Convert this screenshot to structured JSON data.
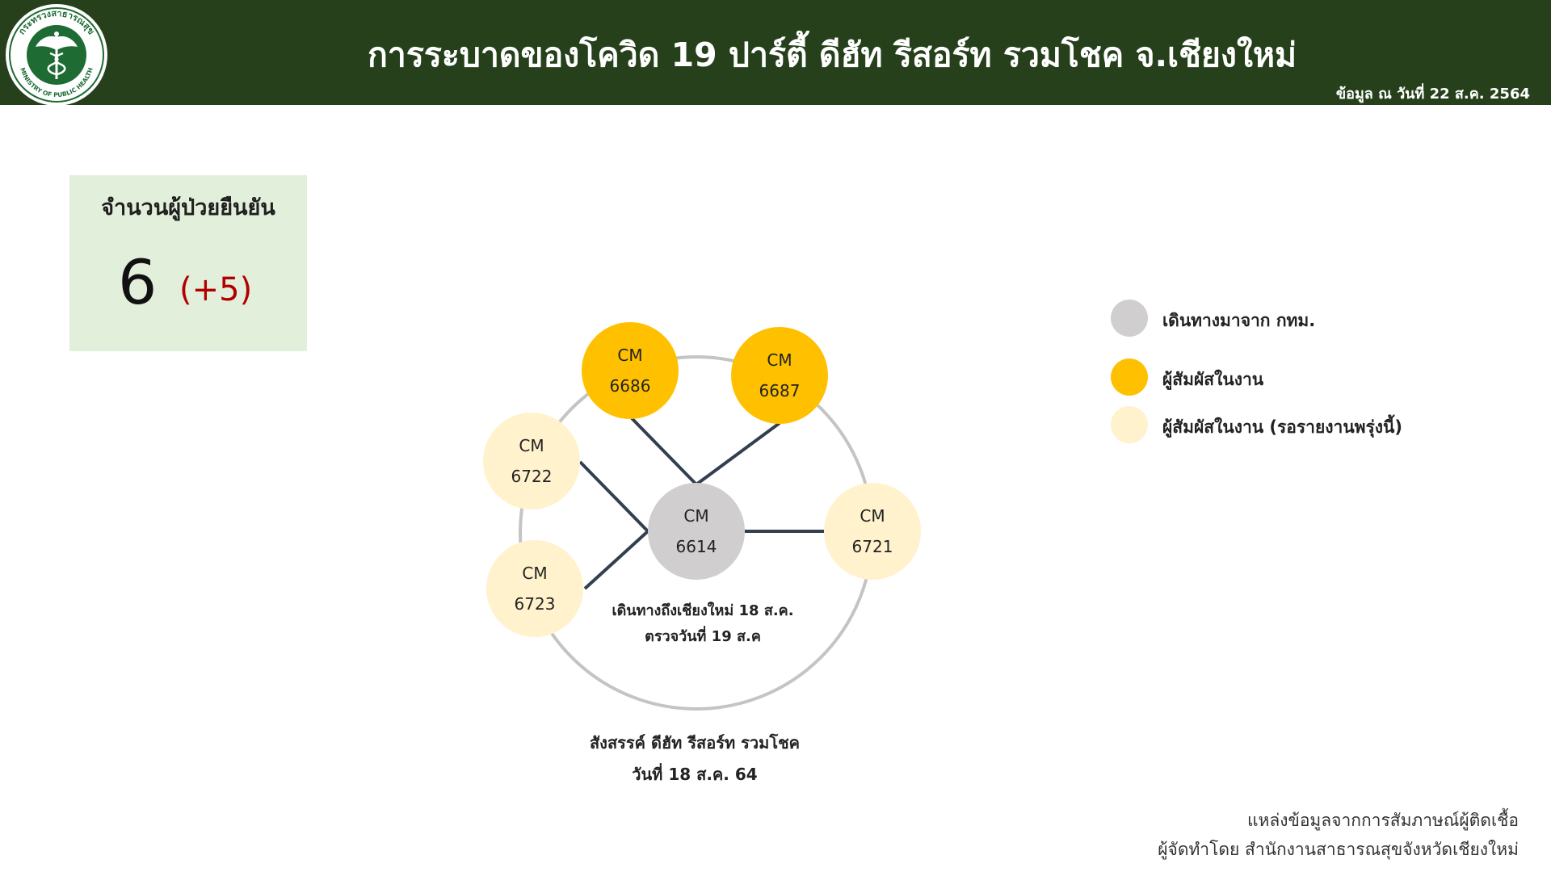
{
  "header": {
    "title": "การระบาดของโควิด 19 ปาร์ตี้ ดีฮัท รีสอร์ท รวมโชค จ.เชียงใหม่",
    "date_note": "ข้อมูล ณ วันที่ 22 ส.ค. 2564",
    "logo": {
      "icon": "ministry-of-public-health-seal",
      "text_top": "กระทรวงสาธารณสุข",
      "text_bottom": "MINISTRY OF PUBLIC HEALTH"
    },
    "background_color": "#25401b"
  },
  "stat": {
    "label": "จำนวนผู้ป่วยยืนยัน",
    "value": "6",
    "delta": "(+5)",
    "background_color": "#e2efda",
    "delta_color": "#b00000"
  },
  "network": {
    "nodes": [
      {
        "id": "6614",
        "line1": "CM",
        "line2": "6614",
        "category": "travel_bkk"
      },
      {
        "id": "6686",
        "line1": "CM",
        "line2": "6686",
        "category": "contact"
      },
      {
        "id": "6687",
        "line1": "CM",
        "line2": "6687",
        "category": "contact"
      },
      {
        "id": "6722",
        "line1": "CM",
        "line2": "6722",
        "category": "contact_pending"
      },
      {
        "id": "6723",
        "line1": "CM",
        "line2": "6723",
        "category": "contact_pending"
      },
      {
        "id": "6721",
        "line1": "CM",
        "line2": "6721",
        "category": "contact_pending"
      }
    ],
    "edges": [
      {
        "from": "6614",
        "to": "6686"
      },
      {
        "from": "6614",
        "to": "6687"
      },
      {
        "from": "6614",
        "to": "6722"
      },
      {
        "from": "6614",
        "to": "6723"
      },
      {
        "from": "6614",
        "to": "6721"
      }
    ],
    "center_note": {
      "line1": "เดินทางถึงเชียงใหม่ 18 ส.ค.",
      "line2": "ตรวจวันที่ 19 ส.ค"
    },
    "venue": {
      "line1": "สังสรรค์ ดีฮัท รีสอร์ท รวมโชค",
      "line2": "วันที่ 18 ส.ค. 64"
    }
  },
  "legend": [
    {
      "key": "travel_bkk",
      "label": "เดินทางมาจาก กทม.",
      "color": "#d0cece"
    },
    {
      "key": "contact",
      "label": "ผู้สัมผัสในงาน",
      "color": "#ffc000"
    },
    {
      "key": "contact_pending",
      "label": "ผู้สัมผัสในงาน (รอรายงานพรุ่งนี้)",
      "color": "#fff2cc"
    }
  ],
  "footer": {
    "line1": "แหล่งข้อมูลจากการสัมภาษณ์ผู้ติดเชื้อ",
    "line2": "ผู้จัดทำโดย สำนักงานสาธารณสุขจังหวัดเชียงใหม่"
  },
  "colors": {
    "edge": "#333f50",
    "venue_ring": "#c4c4c4"
  }
}
